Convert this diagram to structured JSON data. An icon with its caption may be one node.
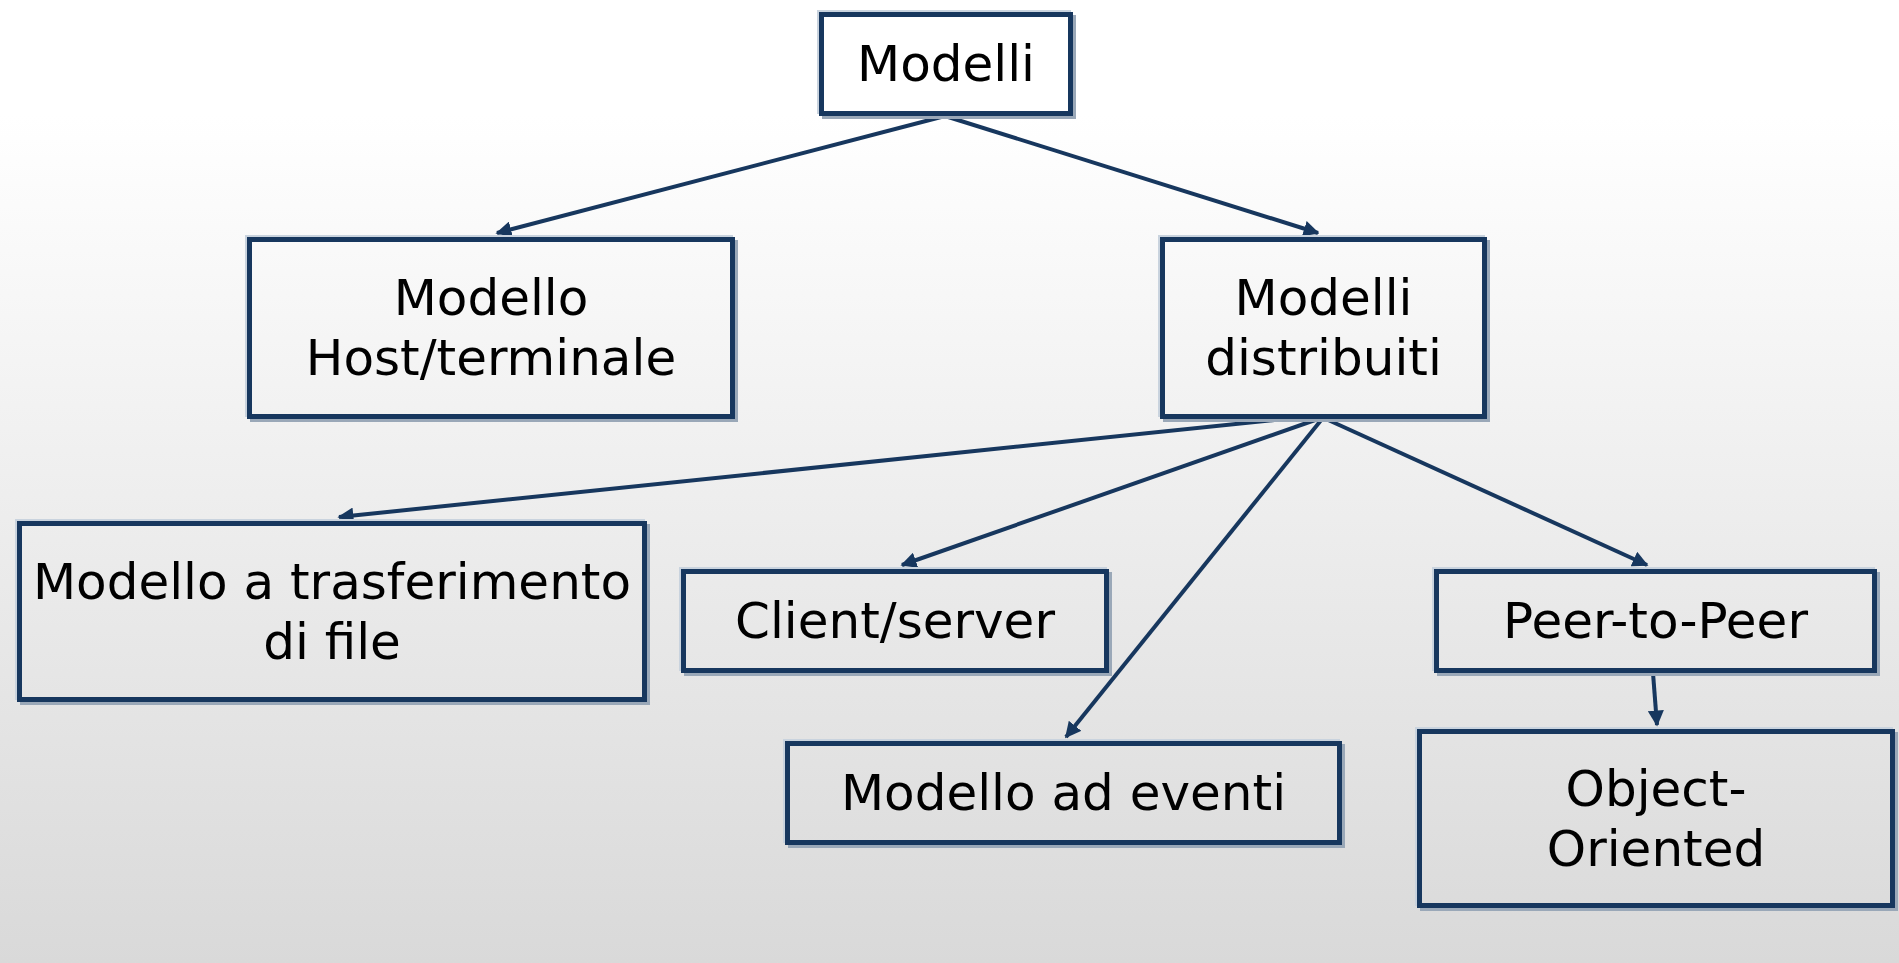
{
  "diagram": {
    "nodes": [
      {
        "text": [
          "Modelli"
        ]
      },
      {
        "text": [
          "Modello Host/terminale"
        ]
      },
      {
        "text": [
          "Modelli distribuiti"
        ]
      },
      {
        "text": [
          "Modello a trasferimento di file"
        ]
      },
      {
        "text": [
          "Client/server"
        ]
      },
      {
        "text": [
          "Modello ad eventi"
        ]
      },
      {
        "text": [
          "Peer-to-Peer"
        ]
      },
      {
        "text": [
          "Object- Oriented"
        ]
      }
    ],
    "edges": [
      {
        "from": 0,
        "to": 1,
        "arrow": "to"
      },
      {
        "from": 0,
        "to": 2,
        "arrow": "to"
      },
      {
        "from": 2,
        "to": 3,
        "arrow": "to"
      },
      {
        "from": 2,
        "to": 4,
        "arrow": "to"
      },
      {
        "from": 2,
        "to": 5,
        "arrow": "to"
      },
      {
        "from": 2,
        "to": 6,
        "arrow": "to"
      },
      {
        "from": 6,
        "to": 7,
        "arrow": "to"
      }
    ]
  }
}
